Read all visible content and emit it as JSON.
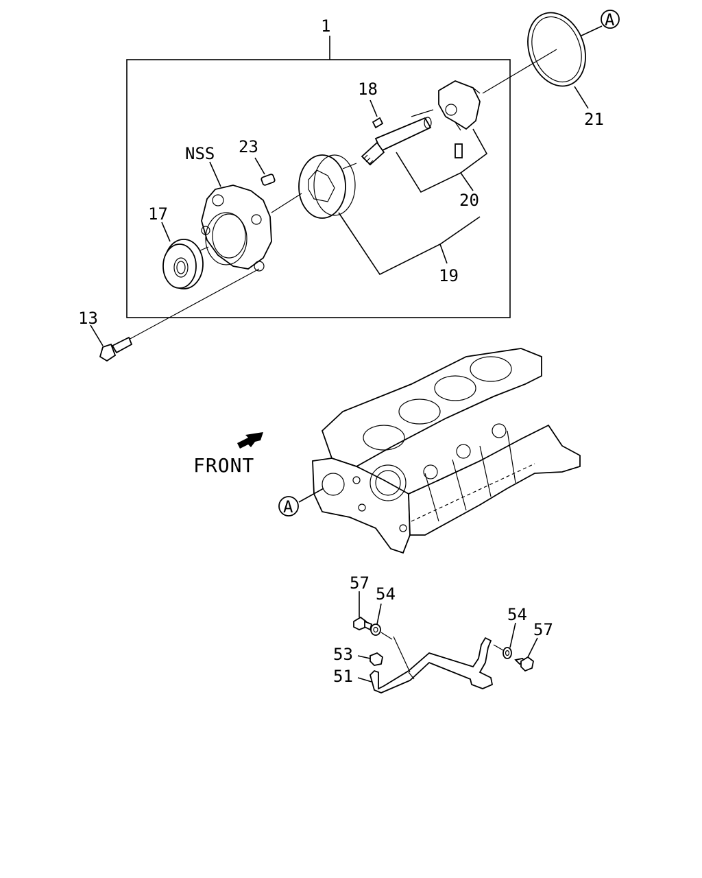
{
  "callouts": {
    "c1": "1",
    "c13": "13",
    "c17": "17",
    "c18": "18",
    "c19": "19",
    "c20": "20",
    "c21": "21",
    "c23": "23",
    "nss": "NSS",
    "c51": "51",
    "c53": "53",
    "c54a": "54",
    "c54b": "54",
    "c57a": "57",
    "c57b": "57"
  },
  "reference_marks": {
    "a_top": "A",
    "a_block": "A"
  },
  "front_label": "FRONT",
  "icons": {
    "front_arrow": "arrow-down-left-icon"
  }
}
